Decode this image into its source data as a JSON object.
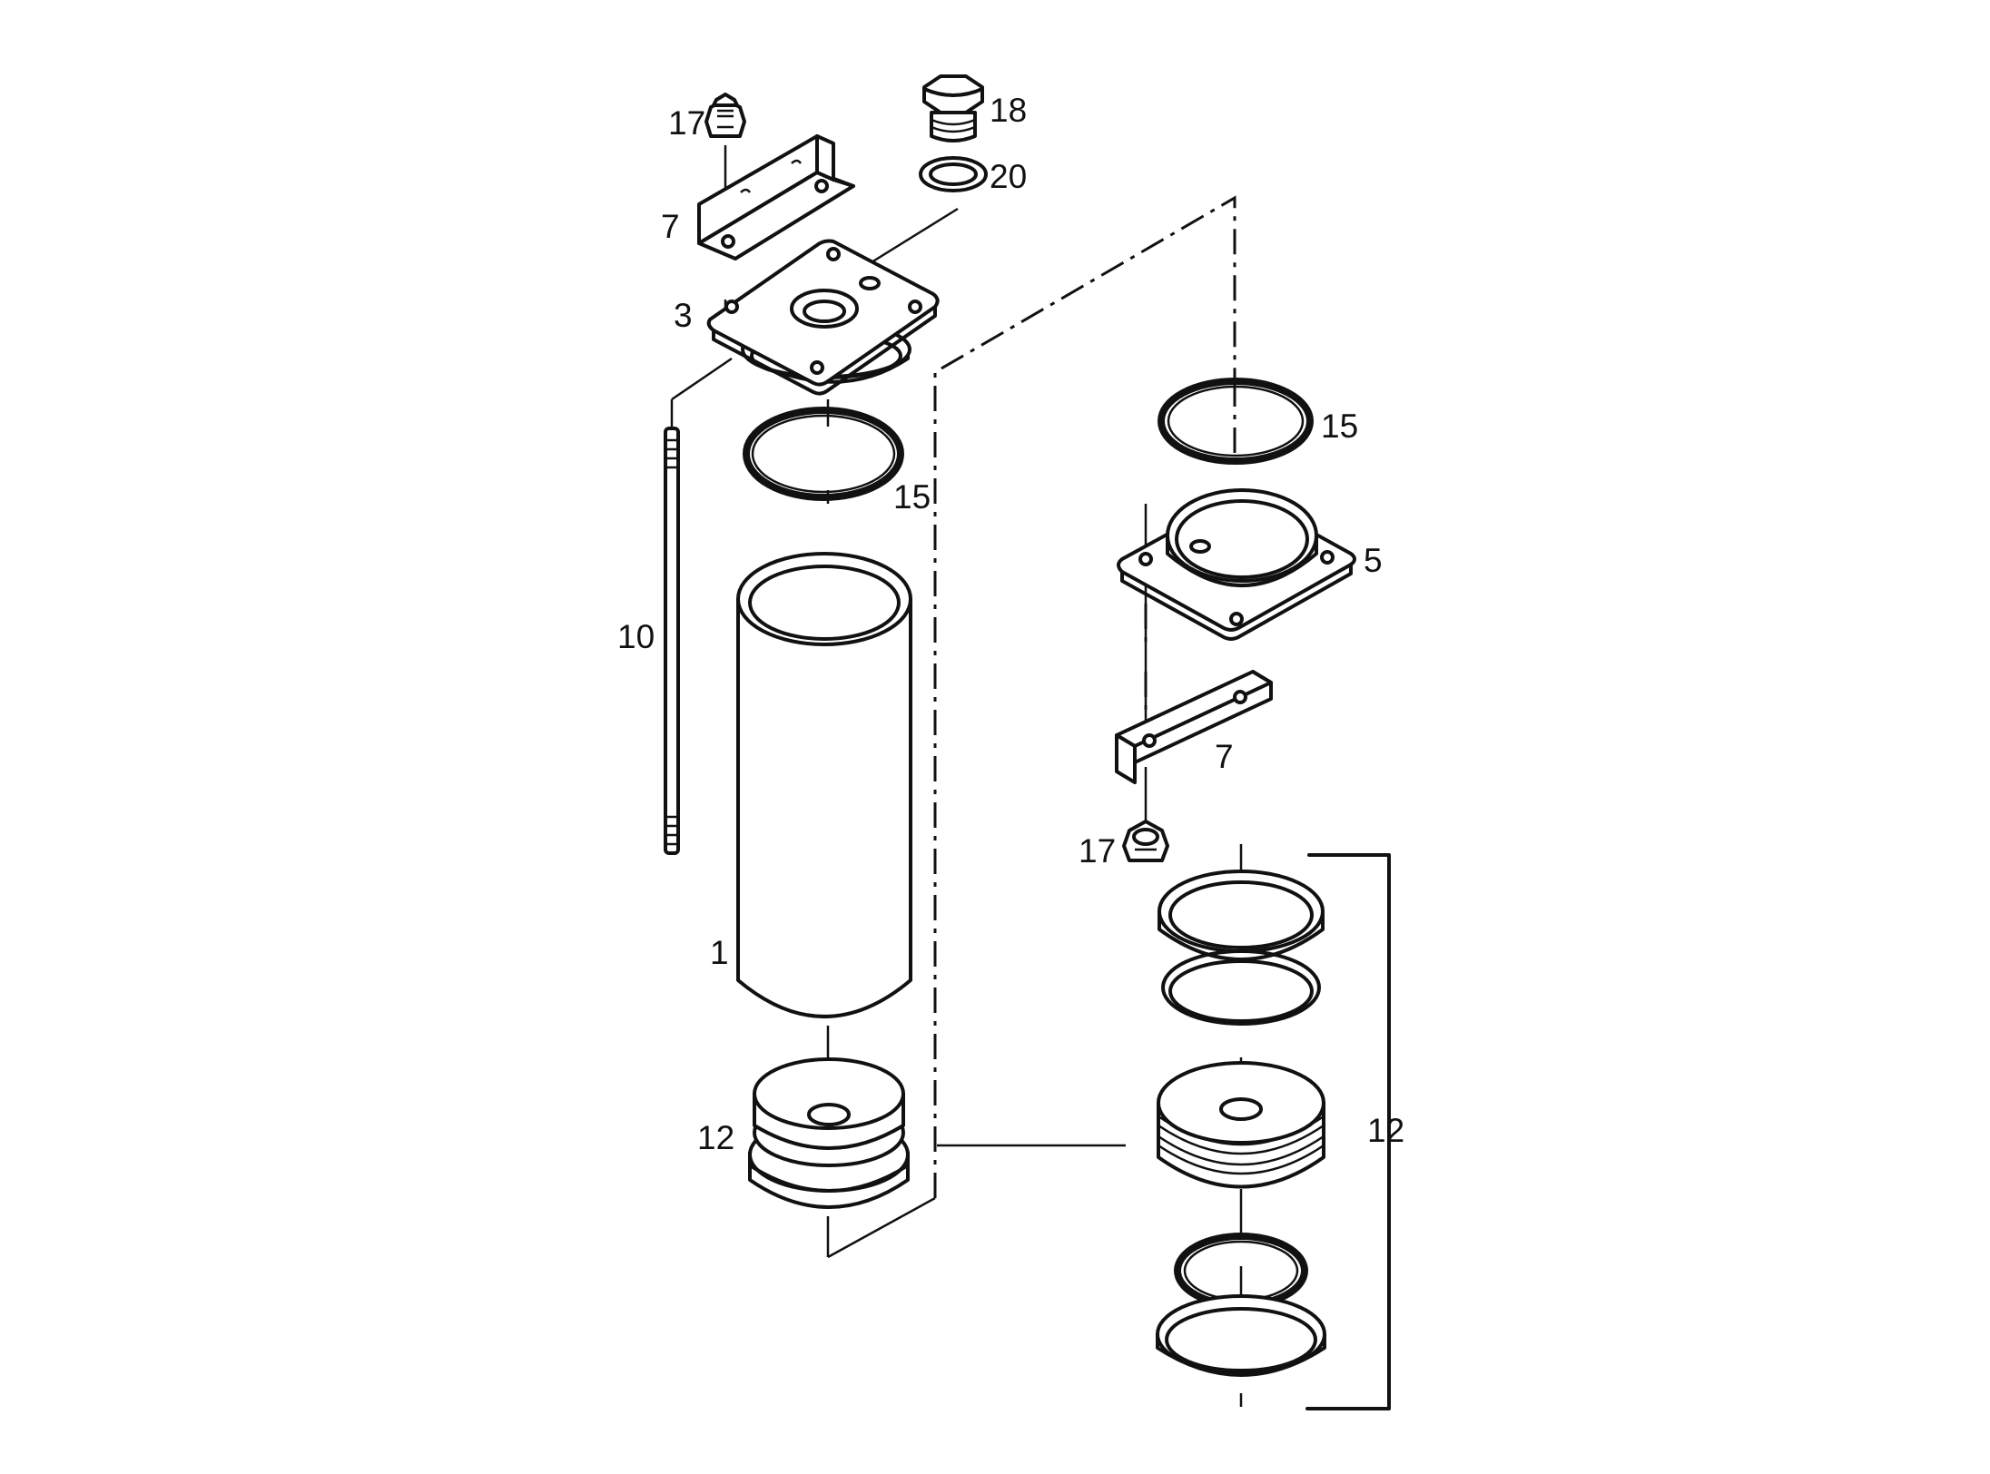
{
  "callouts": {
    "p17a": "17",
    "p18": "18",
    "p20": "20",
    "p7a": "7",
    "p3": "3",
    "p15a": "15",
    "p10": "10",
    "p1": "1",
    "p12a": "12",
    "p15b": "15",
    "p5": "5",
    "p7b": "7",
    "p17b": "17",
    "p12b": "12"
  }
}
